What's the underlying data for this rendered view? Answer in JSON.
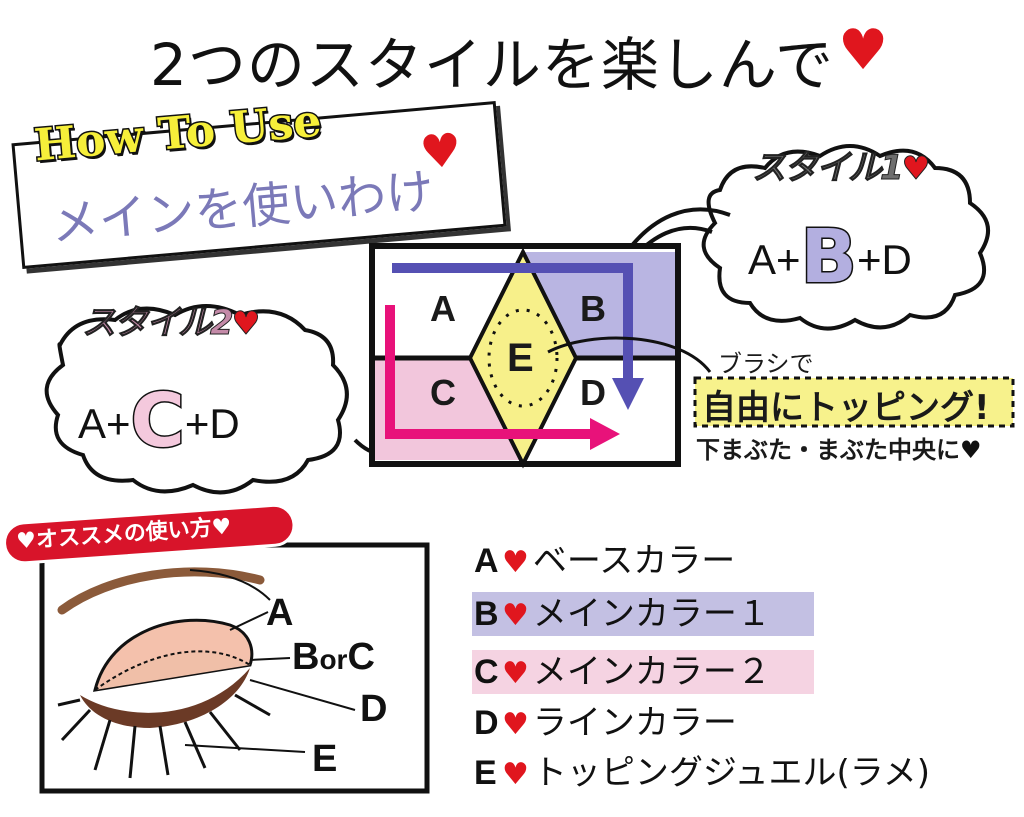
{
  "title": {
    "text": "2つのスタイルを楽しんで",
    "heart": "♥"
  },
  "how_to_use": {
    "heading": "How To Use",
    "subheading": "メインを使いわけ",
    "heart": "♥"
  },
  "palette": {
    "cells": [
      {
        "id": "A",
        "label": "A",
        "color": "#ffffff"
      },
      {
        "id": "B",
        "label": "B",
        "color": "#b9b5e2"
      },
      {
        "id": "C",
        "label": "C",
        "color": "#f2c6dc"
      },
      {
        "id": "D",
        "label": "D",
        "color": "#ffffff"
      },
      {
        "id": "E",
        "label": "E",
        "color": "#f7f08a"
      }
    ],
    "arrow_style1_color": "#5550b3",
    "arrow_style2_color": "#e8127a"
  },
  "style1": {
    "label": "スタイル1",
    "heart": "♥",
    "formula_prefix": "A+",
    "main": "B",
    "formula_suffix": "+D",
    "main_color": "#b3afe0"
  },
  "style2": {
    "label": "スタイル2",
    "heart": "♥",
    "formula_prefix": "A+",
    "main": "C",
    "formula_suffix": "+D",
    "main_color": "#f4c9dd"
  },
  "topping_note": {
    "line1": "ブラシで",
    "line2": "自由にトッピング!",
    "line3": "下まぶた・まぶた中央に",
    "heart": "♥",
    "highlight_color": "#f7f28c"
  },
  "recommended": {
    "badge": "♥オススメの使い方♥",
    "badge_color": "#d8142a",
    "labels": {
      "a": "A",
      "bc_b": "B",
      "bc_or": "or",
      "bc_c": "C",
      "d": "D",
      "e": "E"
    }
  },
  "legend": [
    {
      "letter": "A",
      "heart": "♥",
      "text": "ベースカラー",
      "highlight": null
    },
    {
      "letter": "B",
      "heart": "♥",
      "text": "メインカラー１",
      "highlight": "#c3c0e3"
    },
    {
      "letter": "C",
      "heart": "♥",
      "text": "メインカラー２",
      "highlight": "#f5d3e2"
    },
    {
      "letter": "D",
      "heart": "♥",
      "text": "ラインカラー",
      "highlight": null
    },
    {
      "letter": "E",
      "heart": "♥",
      "text": "トッピングジュエル(ラメ)",
      "highlight": null
    }
  ]
}
